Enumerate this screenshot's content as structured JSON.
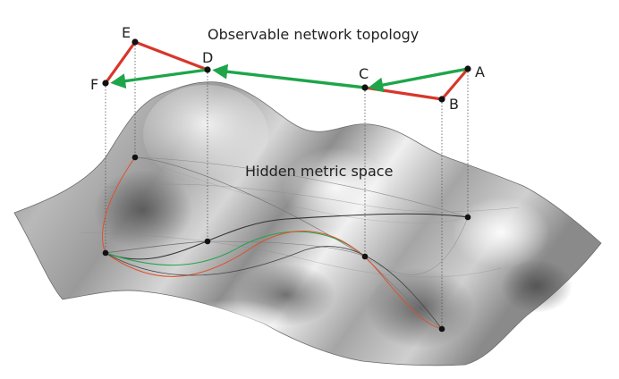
{
  "diagram": {
    "top_label": "Observable network topology",
    "middle_label": "Hidden metric space",
    "nodes": [
      {
        "id": "A",
        "label": "A"
      },
      {
        "id": "B",
        "label": "B"
      },
      {
        "id": "C",
        "label": "C"
      },
      {
        "id": "D",
        "label": "D"
      },
      {
        "id": "E",
        "label": "E"
      },
      {
        "id": "F",
        "label": "F"
      }
    ],
    "edges": [
      {
        "from": "A",
        "to": "B",
        "kind": "path-red"
      },
      {
        "from": "B",
        "to": "C",
        "kind": "path-red"
      },
      {
        "from": "D",
        "to": "E",
        "kind": "path-red"
      },
      {
        "from": "E",
        "to": "F",
        "kind": "path-red"
      },
      {
        "from": "A",
        "to": "C",
        "kind": "path-green"
      },
      {
        "from": "C",
        "to": "D",
        "kind": "path-green"
      },
      {
        "from": "D",
        "to": "F",
        "kind": "path-green"
      }
    ],
    "colors": {
      "red_path": "#d8362b",
      "green_path": "#1ea54a",
      "node": "#111111",
      "surface_dark": "#5a5a5a",
      "surface_light": "#f2f2f2"
    }
  }
}
